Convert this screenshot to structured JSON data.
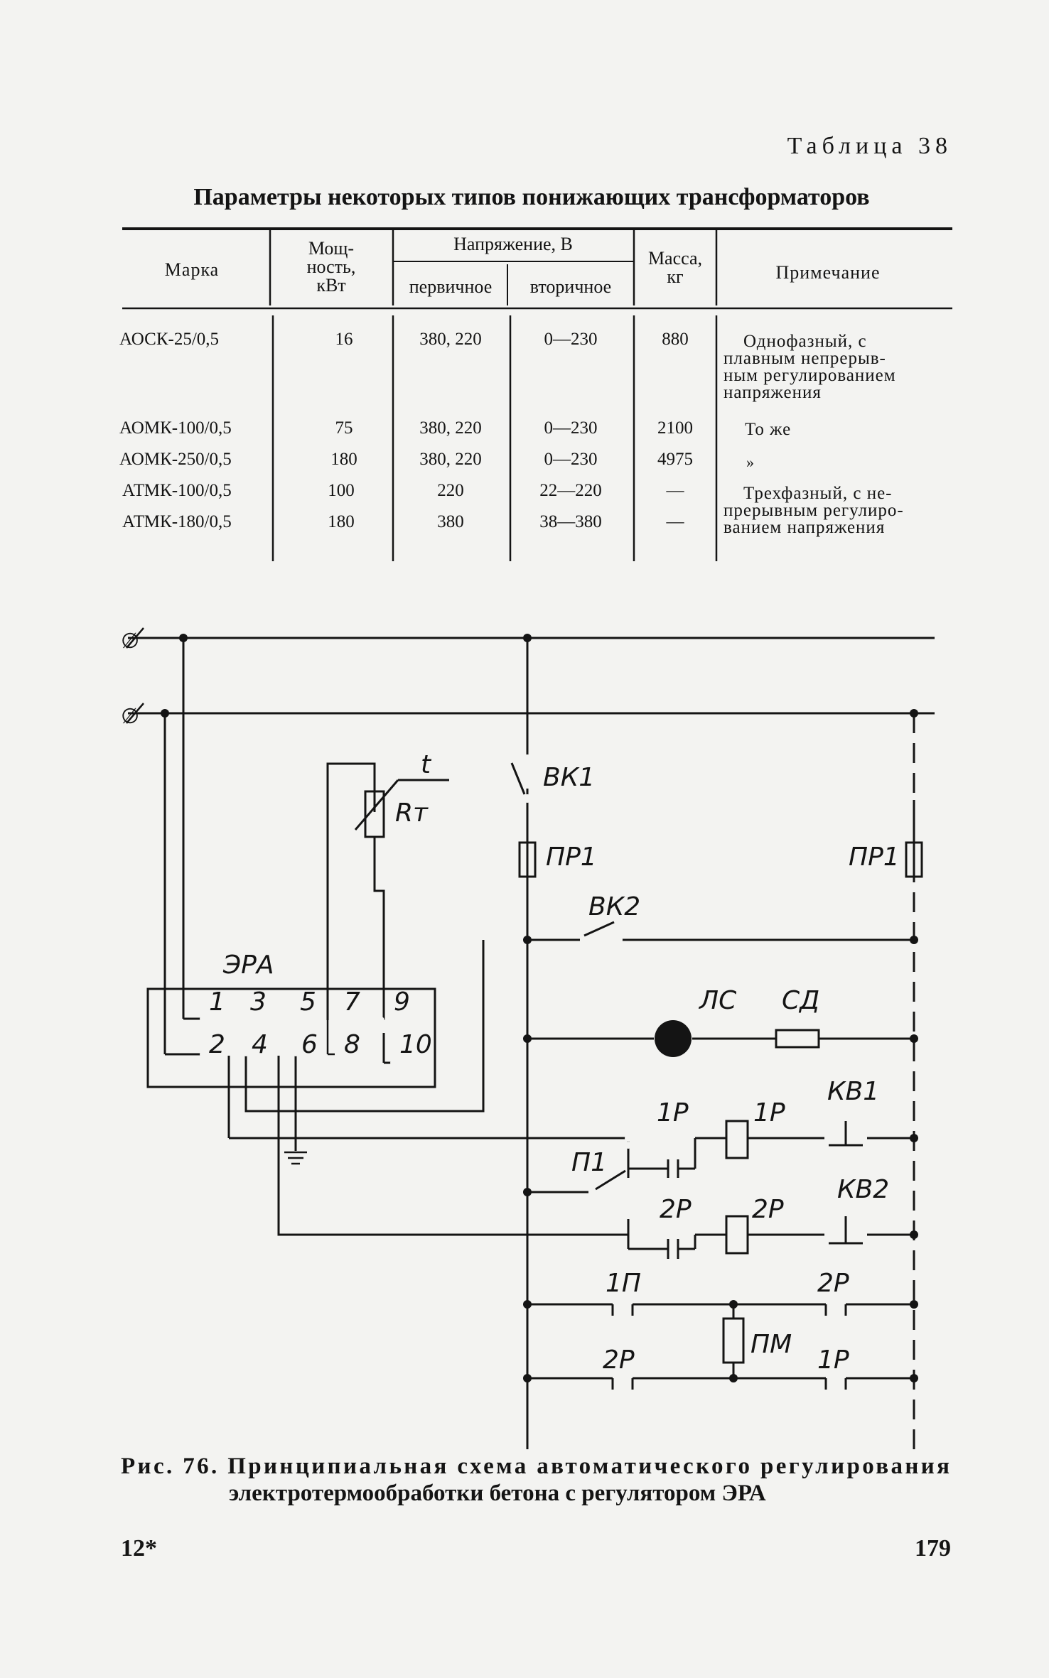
{
  "header": {
    "table_number": "Таблица 38"
  },
  "table": {
    "title": "Параметры некоторых типов понижающих трансформаторов",
    "headers": {
      "brand": "Марка",
      "power": [
        "Мощ-",
        "ность,",
        "кВт"
      ],
      "voltage": "Напряжение, В",
      "primary": "первичное",
      "secondary": "вторичное",
      "mass": [
        "Масса,",
        "кг"
      ],
      "note": "Примечание"
    },
    "rows": [
      {
        "brand": "АОСК-25/0,5",
        "power": "16",
        "primary": "380, 220",
        "secondary": "0—230",
        "mass": "880"
      },
      {
        "brand": "АОМК-100/0,5",
        "power": "75",
        "primary": "380, 220",
        "secondary": "0—230",
        "mass": "2100"
      },
      {
        "brand": "АОМК-250/0,5",
        "power": "180",
        "primary": "380, 220",
        "secondary": "0—230",
        "mass": "4975"
      },
      {
        "brand": "АТМК-100/0,5",
        "power": "100",
        "primary": "220",
        "secondary": "22—220",
        "mass": "—"
      },
      {
        "brand": "АТМК-180/0,5",
        "power": "180",
        "primary": "380",
        "secondary": "38—380",
        "mass": "—"
      }
    ],
    "notes": {
      "note1": [
        "Однофазный, с",
        "плавным непрерыв-",
        "ным регулированием",
        "напряжения"
      ],
      "note2": "То же",
      "note3": "»",
      "note4": [
        "Трехфазный, с не-",
        "прерывным регулиро-",
        "ванием напряжения"
      ]
    }
  },
  "schematic": {
    "phase_symbol": "∅",
    "labels": {
      "t": "t",
      "rt": "Rт",
      "era": "ЭРА",
      "vk1": "ВК1",
      "pr1": "ПР1",
      "pr1_right": "ПР1",
      "vk2": "ВК2",
      "ls": "ЛС",
      "sd": "СД",
      "r1_contact": "1Р",
      "r1_coil": "1Р",
      "kv1": "КВ1",
      "p1": "П1",
      "r2_contact": "2Р",
      "r2_coil": "2Р",
      "kv2": "КВ2",
      "p1_top": "1П",
      "r2_top": "2Р",
      "pm": "ПМ",
      "r2_bottom": "2Р",
      "r1_bottom": "1Р"
    },
    "terminals": [
      "1",
      "2",
      "3",
      "4",
      "5",
      "6",
      "7",
      "8",
      "9",
      "10"
    ]
  },
  "caption": {
    "line1": "Рис. 76. Принципиальная схема автоматического регулирования",
    "line2": "электротермообработки бетона с регулятором ЭРА"
  },
  "footer": {
    "signature": "12*",
    "page_number": "179"
  }
}
